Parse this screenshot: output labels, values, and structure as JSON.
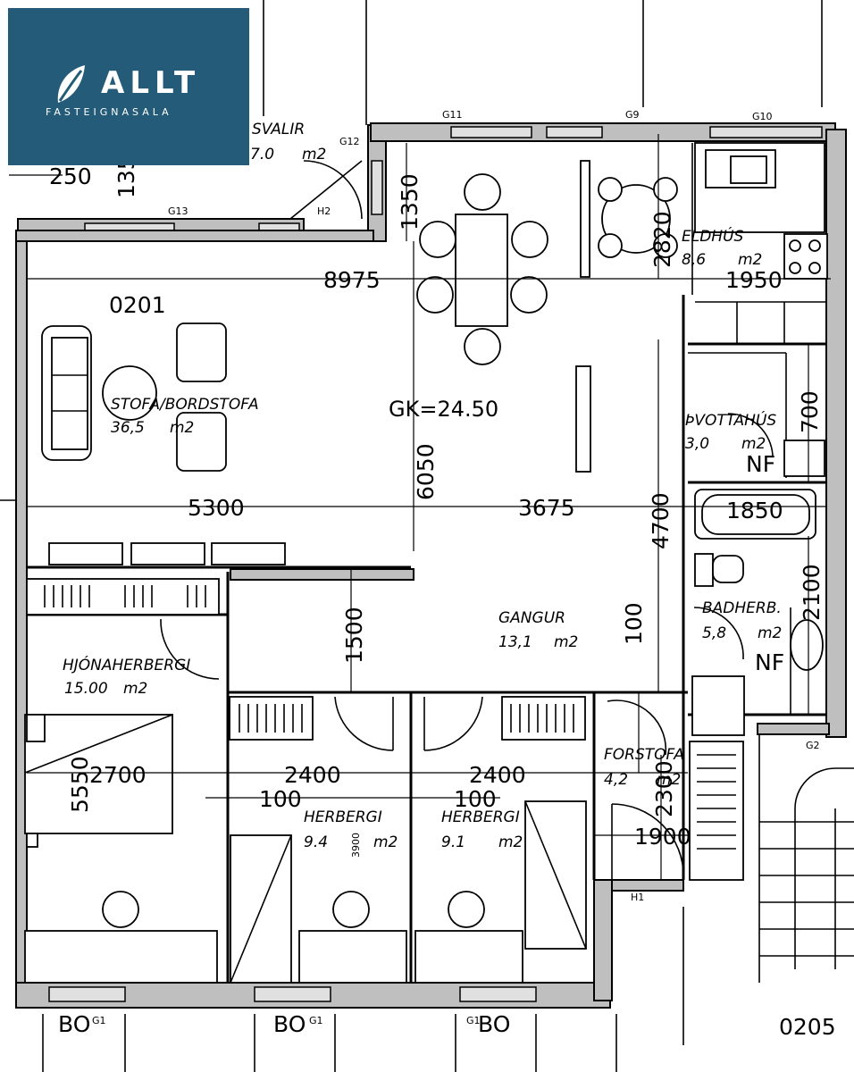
{
  "logo": {
    "name": "ALLT",
    "subtitle": "FASTEIGNASALA",
    "color": "#245b78"
  },
  "apartment_code": "0201",
  "neighbor_code": "0205",
  "gk_label": "GK=24.50",
  "rooms": {
    "stofa": {
      "name": "STOFA/BORDSTOFA",
      "area": "36,5",
      "unit": "m2"
    },
    "svalir": {
      "name": "SVALIR",
      "area": "7.0",
      "unit": "m2"
    },
    "eldhus": {
      "name": "ELDHÚS",
      "area": "8,6",
      "unit": "m2"
    },
    "thvottahus": {
      "name": "ÞVOTTAHÚS",
      "area": "3,0",
      "unit": "m2",
      "nf": "NF"
    },
    "badherb": {
      "name": "BADHERB.",
      "area": "5,8",
      "unit": "m2",
      "nf": "NF"
    },
    "gangur": {
      "name": "GANGUR",
      "area": "13,1",
      "unit": "m2"
    },
    "hjonaherbergi": {
      "name": "HJÓNAHERBERGI",
      "area": "15.00",
      "unit": "m2"
    },
    "herbergi1": {
      "name": "HERBERGI",
      "area": "9.4",
      "unit": "m2",
      "extra": "3900"
    },
    "herbergi2": {
      "name": "HERBERGI",
      "area": "9.1",
      "unit": "m2"
    },
    "forstofa": {
      "name": "FORSTOFA",
      "area": "4,2",
      "unit": "m2"
    }
  },
  "dimensions": {
    "d8975": "8975",
    "d1950": "1950",
    "d250": "250",
    "d135": "135",
    "d1350": "1350",
    "d2820": "2820",
    "d700": "700",
    "d5300": "5300",
    "d3675": "3675",
    "d6050": "6050",
    "d4700": "4700",
    "d1850": "1850",
    "d1500": "1500",
    "d100a": "100",
    "d100b": "100",
    "d100c": "100",
    "d2100": "2100",
    "d5550": "5550",
    "d2700": "2700",
    "d2400a": "2400",
    "d2400b": "2400",
    "d2300": "2300",
    "d1900": "1900"
  },
  "window_labels": {
    "g11": "G11",
    "g9": "G9",
    "g10": "G10",
    "g12": "G12",
    "g13": "G13",
    "h2": "H2",
    "h1": "H1",
    "g2": "G2",
    "bo1": "BO",
    "bo2": "BO",
    "bo3": "BO",
    "g1a": "G1",
    "g1b": "G1",
    "g1c": "G1"
  }
}
